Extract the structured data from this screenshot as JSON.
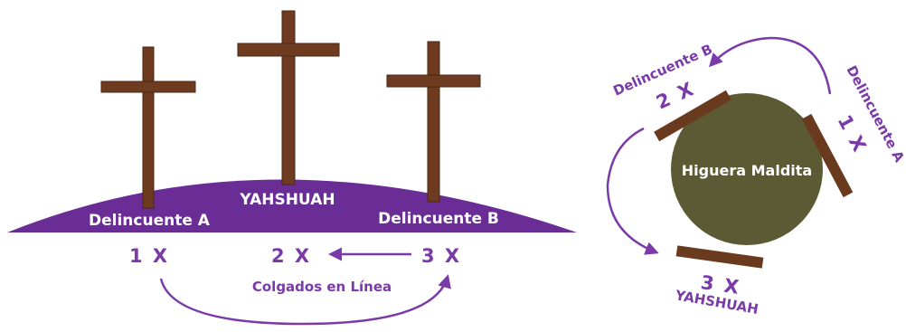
{
  "colors": {
    "hill": "#6a2d95",
    "cross": "#6e3b20",
    "cross_edge": "#4a2712",
    "circle": "#5c5a34",
    "bar": "#6a3a1e",
    "purple_text": "#7a3aa8",
    "arrow": "#7a3aa8"
  },
  "left": {
    "label_a": "Delincuente A",
    "label_center": "YAHSHUAH",
    "label_b": "Delincuente B",
    "num_1": "1 X",
    "num_2": "2 X",
    "num_3": "3 X",
    "caption": "Colgados en Línea"
  },
  "right": {
    "circle_label": "Higuera Maldita",
    "label_b": "Delincuente B",
    "num_2": "2 X",
    "label_a": "Delincuente A",
    "num_1": "1 X",
    "num_3": "3 X",
    "label_yahshuah": "YAHSHUAH"
  }
}
